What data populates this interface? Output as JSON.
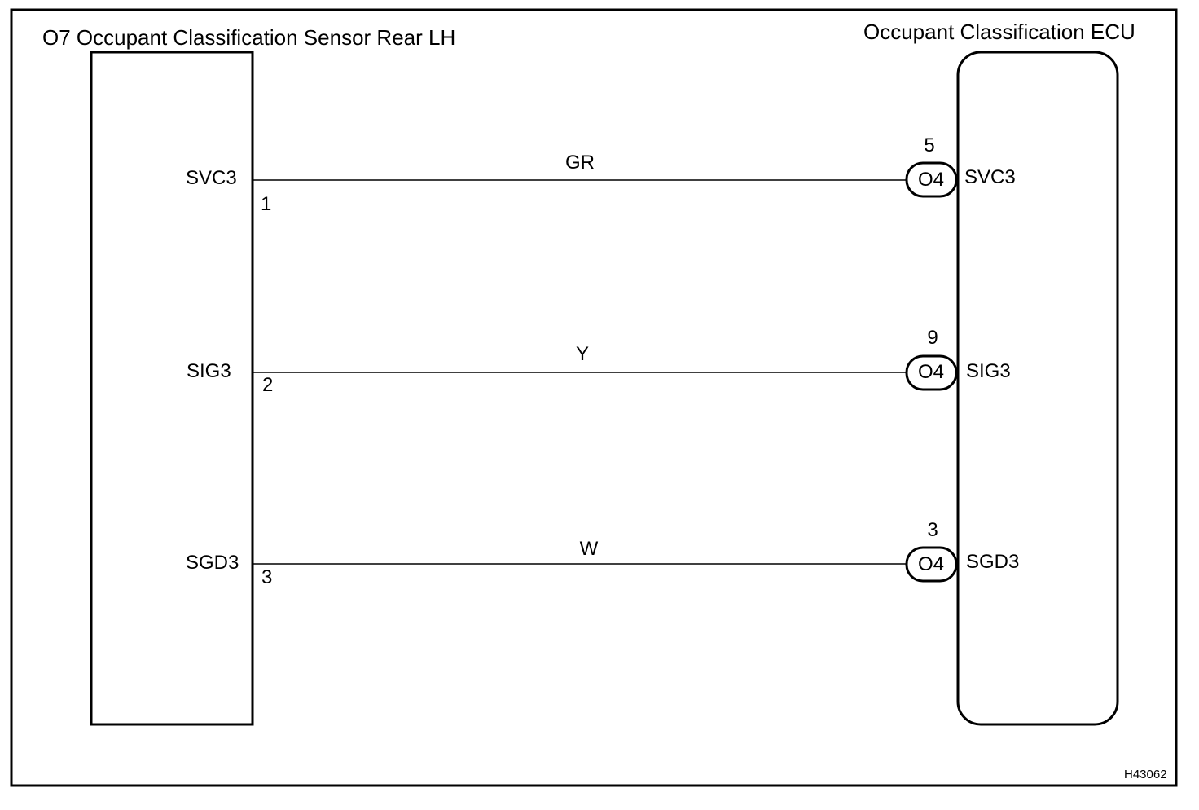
{
  "sensor": {
    "title": "O7 Occupant Classification Sensor Rear LH",
    "pins": [
      {
        "name": "SVC3",
        "number": "1"
      },
      {
        "name": "SIG3",
        "number": "2"
      },
      {
        "name": "SGD3",
        "number": "3"
      }
    ]
  },
  "ecu": {
    "title": "Occupant Classification ECU",
    "pins": [
      {
        "name": "SVC3",
        "number": "5",
        "connector": "O4"
      },
      {
        "name": "SIG3",
        "number": "9",
        "connector": "O4"
      },
      {
        "name": "SGD3",
        "number": "3",
        "connector": "O4"
      }
    ]
  },
  "wires": [
    {
      "color": "GR"
    },
    {
      "color": "Y"
    },
    {
      "color": "W"
    }
  ],
  "figure_code": "H43062"
}
